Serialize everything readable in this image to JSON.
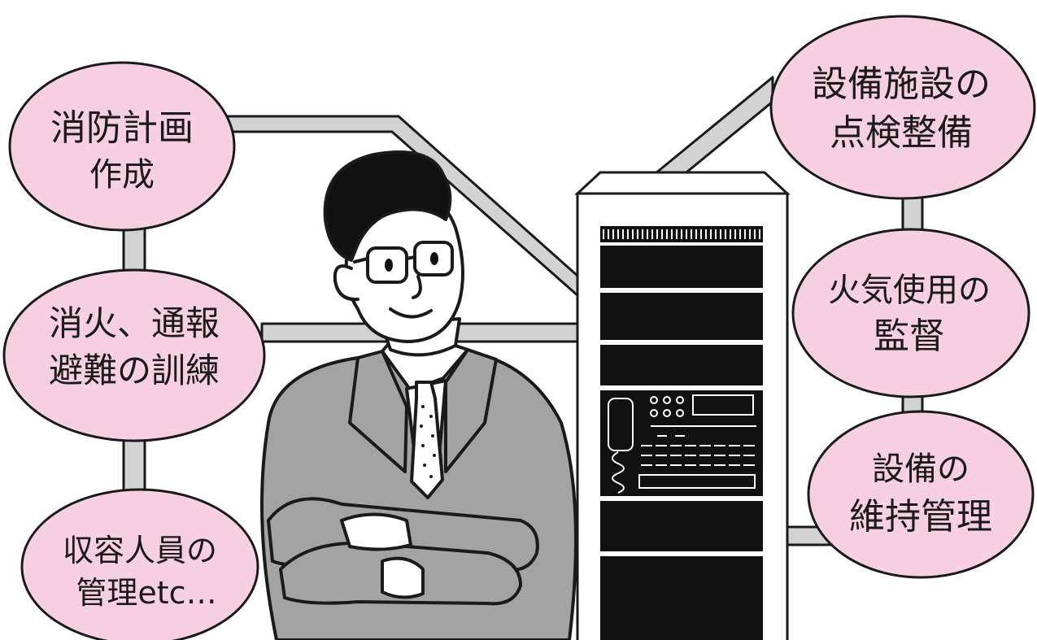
{
  "colors": {
    "bubble_fill": "#f6cfe0",
    "connector_fill": "#d2d2d2",
    "outline": "#1a1a1a",
    "suit": "#a3a3a3",
    "rack_panel": "#111111",
    "skin": "#ffffff",
    "background": "#ffffff"
  },
  "duties": {
    "left": [
      {
        "lines": [
          "消防計画",
          "作成"
        ]
      },
      {
        "lines": [
          "消火、通報",
          "避難の訓練"
        ]
      },
      {
        "lines": [
          "収容人員の",
          "管理etc…"
        ]
      }
    ],
    "right": [
      {
        "lines": [
          "設備施設の",
          "点検整備"
        ]
      },
      {
        "lines": [
          "火気使用の",
          "監督"
        ]
      },
      {
        "lines": [
          "設備の",
          "維持管理"
        ]
      }
    ]
  },
  "figures": {
    "person": "fire-prevention-manager-arms-crossed",
    "equipment": "fire-alarm-control-rack-with-handset"
  }
}
